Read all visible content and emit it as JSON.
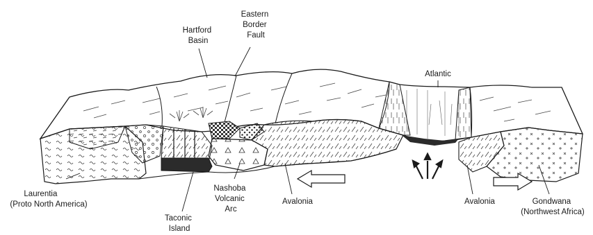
{
  "labels": {
    "eastern_border_fault": [
      "Eastern",
      "Border",
      "Fault"
    ],
    "hartford_basin": [
      "Hartford",
      "Basin"
    ],
    "atlantic": [
      "Atlantic"
    ],
    "laurentia": [
      "Laurentia",
      "(Proto North America)"
    ],
    "taconic_island": [
      "Taconic",
      "Island"
    ],
    "nashoba_arc": [
      "Nashoba",
      "Volcanic",
      "Arc"
    ],
    "avalonia_west": [
      "Avalonia"
    ],
    "avalonia_east": [
      "Avalonia"
    ],
    "gondwana": [
      "Gondwana",
      "(Northwest Africa)"
    ]
  },
  "colors": {
    "ink": "#1a1a1a",
    "paper": "#ffffff",
    "dark_fill": "#2b2b2b"
  }
}
